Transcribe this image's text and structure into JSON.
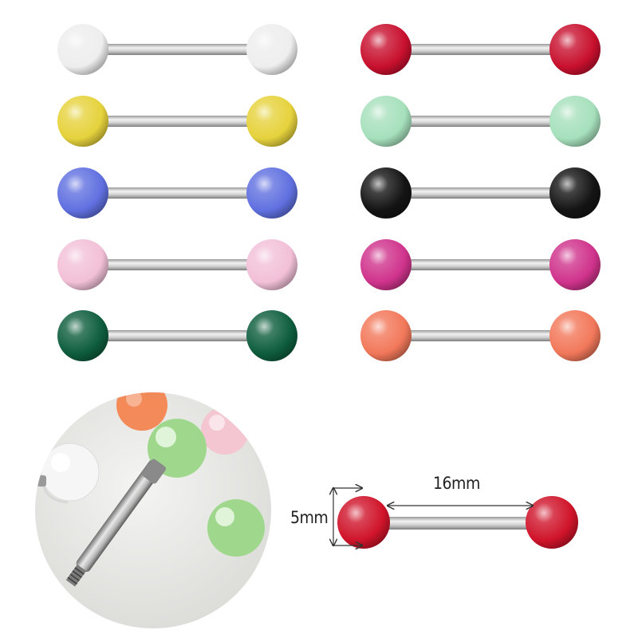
{
  "barbells": [
    {
      "color_name": "white",
      "color": "#eeeeee"
    },
    {
      "color_name": "red",
      "color": "#c8102e"
    },
    {
      "color_name": "yellow",
      "color": "#e6d23c"
    },
    {
      "color_name": "mint-green",
      "color": "#a6e0bc"
    },
    {
      "color_name": "blue",
      "color": "#6070e0"
    },
    {
      "color_name": "black",
      "color": "#141414"
    },
    {
      "color_name": "pink",
      "color": "#f2c0d8"
    },
    {
      "color_name": "magenta",
      "color": "#d0338c"
    },
    {
      "color_name": "dark-green",
      "color": "#0e5e3e"
    },
    {
      "color_name": "coral",
      "color": "#f2785a"
    }
  ],
  "dimensions": {
    "width_label": "16mm",
    "height_label": "5mm",
    "example_color": "#d0142a"
  },
  "photo_balls": [
    "#f4793f",
    "#f6f6f6",
    "#9fd88c",
    "#f3c6d2"
  ]
}
